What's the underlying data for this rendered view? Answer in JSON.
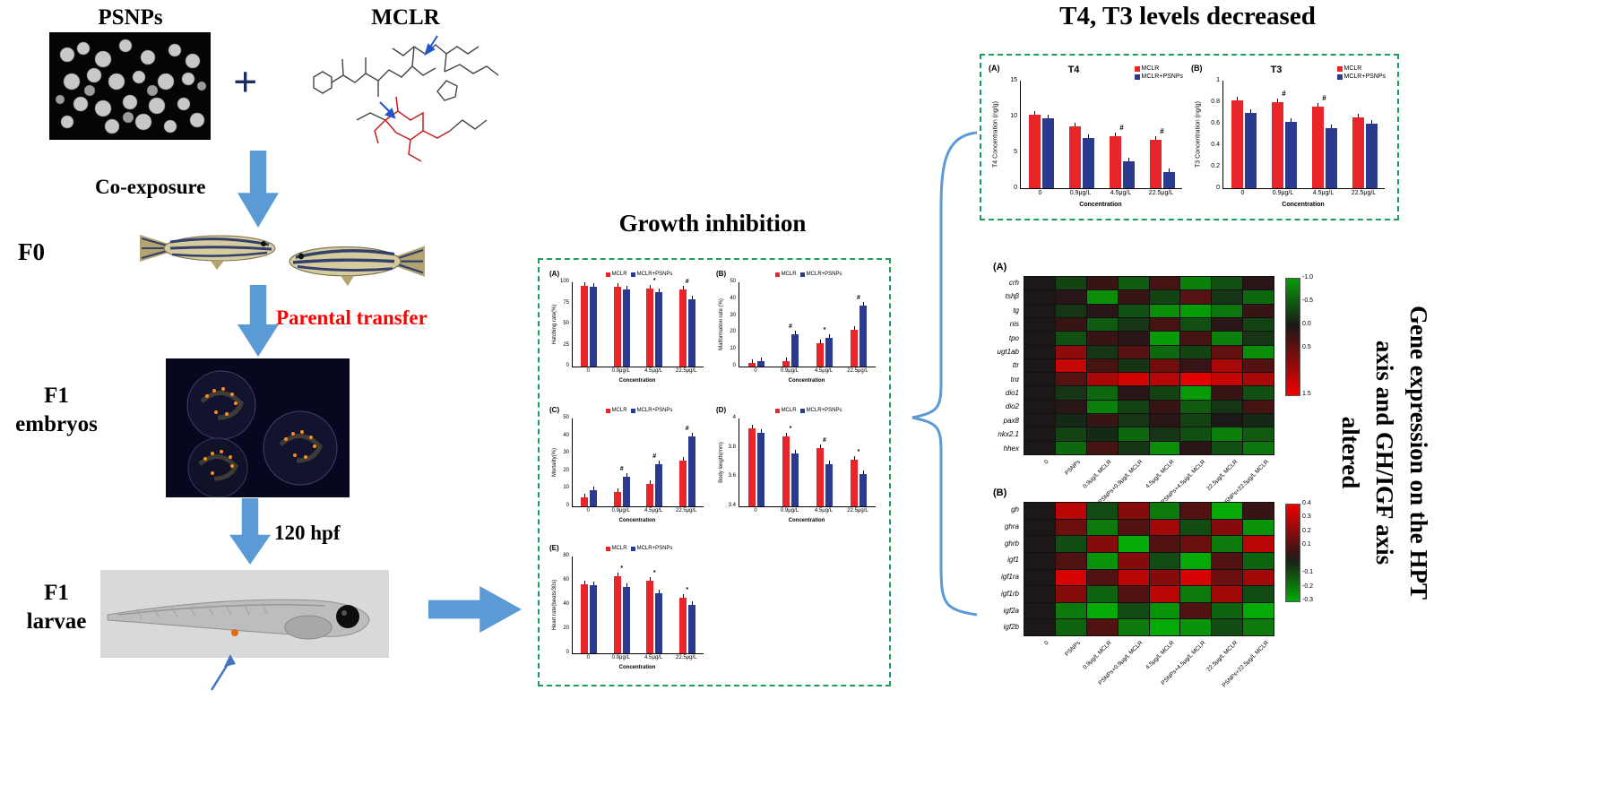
{
  "figure": {
    "psnps_label": "PSNPs",
    "plus_sign": "+",
    "mclr_label": "MCLR",
    "co_exposure": "Co-exposure",
    "f0": "F0",
    "parental_transfer": "Parental transfer",
    "f1_embryos_line1": "F1",
    "f1_embryos_line2": "embryos",
    "hpf": "120 hpf",
    "f1_larvae_line1": "F1",
    "f1_larvae_line2": "larvae",
    "growth_title": "Growth inhibition",
    "t4t3_title": "T4, T3 levels decreased",
    "gene_expr_line1": "Gene expression on the HPT",
    "gene_expr_line2": "axis and GH/IGF axis",
    "gene_expr_line3": "altered"
  },
  "colors": {
    "mclr_red": "#e8262a",
    "psnps_blue": "#2a3b8f",
    "arrow_blue": "#5b9bd5",
    "box_green": "#18a05a",
    "transfer_red": "#ff0000"
  },
  "chart_data": [
    {
      "id": "hatching",
      "type": "bar",
      "panel": "(A)",
      "title": "",
      "ylabel": "Hatching rate(%)",
      "xlabel": "Concentration",
      "categories": [
        "0",
        "0.9μg/L",
        "4.5μg/L",
        "22.5μg/L"
      ],
      "ylim": [
        0,
        100
      ],
      "yticks": [
        0,
        25,
        50,
        75,
        100
      ],
      "series": [
        {
          "name": "MCLR",
          "color": "#e8262a",
          "values": [
            96,
            95,
            93,
            91
          ]
        },
        {
          "name": "MCLR+PSNPs",
          "color": "#2a3b8f",
          "values": [
            95,
            92,
            88,
            80
          ]
        }
      ],
      "markers": [
        "",
        "",
        "*",
        "#"
      ]
    },
    {
      "id": "malformation",
      "type": "bar",
      "panel": "(B)",
      "title": "",
      "ylabel": "Malformation rate (%)",
      "xlabel": "Concentration",
      "categories": [
        "0",
        "0.9μg/L",
        "4.5μg/L",
        "22.5μg/L"
      ],
      "ylim": [
        0,
        50
      ],
      "yticks": [
        0,
        10,
        20,
        30,
        40,
        50
      ],
      "series": [
        {
          "name": "MCLR",
          "color": "#e8262a",
          "values": [
            2,
            3,
            14,
            22
          ]
        },
        {
          "name": "MCLR+PSNPs",
          "color": "#2a3b8f",
          "values": [
            3,
            19,
            17,
            36
          ]
        }
      ],
      "markers": [
        "",
        "#",
        "*",
        "#"
      ]
    },
    {
      "id": "mortality",
      "type": "bar",
      "panel": "(C)",
      "title": "",
      "ylabel": "Mortality(%)",
      "xlabel": "Concentration",
      "categories": [
        "0",
        "0.9μg/L",
        "4.5μg/L",
        "22.5μg/L"
      ],
      "ylim": [
        0,
        50
      ],
      "yticks": [
        0,
        10,
        20,
        30,
        40,
        50
      ],
      "series": [
        {
          "name": "MCLR",
          "color": "#e8262a",
          "values": [
            5,
            8,
            13,
            26
          ]
        },
        {
          "name": "MCLR+PSNPs",
          "color": "#2a3b8f",
          "values": [
            9,
            17,
            24,
            40
          ]
        }
      ],
      "markers": [
        "",
        "#",
        "#",
        "#"
      ]
    },
    {
      "id": "body-length",
      "type": "bar",
      "panel": "(D)",
      "title": "",
      "ylabel": "Body length(mm)",
      "xlabel": "Concentration",
      "categories": [
        "0",
        "0.9μg/L",
        "4.5μg/L",
        "22.5μg/L"
      ],
      "ylim": [
        3.4,
        4.0
      ],
      "yticks": [
        3.4,
        3.6,
        3.8,
        4.0
      ],
      "series": [
        {
          "name": "MCLR",
          "color": "#e8262a",
          "values": [
            3.93,
            3.88,
            3.8,
            3.72
          ]
        },
        {
          "name": "MCLR+PSNPs",
          "color": "#2a3b8f",
          "values": [
            3.9,
            3.76,
            3.69,
            3.62
          ]
        }
      ],
      "markers": [
        "",
        "*",
        "#",
        "*"
      ]
    },
    {
      "id": "heart-rate",
      "type": "bar",
      "panel": "(E)",
      "title": "",
      "ylabel": "Heart rate(beats/30s)",
      "xlabel": "Concentration",
      "categories": [
        "0",
        "0.9μg/L",
        "4.5μg/L",
        "22.5μg/L"
      ],
      "ylim": [
        0,
        80
      ],
      "yticks": [
        0,
        20,
        40,
        60,
        80
      ],
      "series": [
        {
          "name": "MCLR",
          "color": "#e8262a",
          "values": [
            57,
            64,
            60,
            46
          ]
        },
        {
          "name": "MCLR+PSNPs",
          "color": "#2a3b8f",
          "values": [
            56,
            55,
            50,
            40
          ]
        }
      ],
      "markers": [
        "",
        "*",
        "*",
        "*"
      ]
    },
    {
      "id": "t4",
      "type": "bar",
      "panel": "(A)",
      "title": "T4",
      "ylabel": "T4 Concentration (ng/g)",
      "xlabel": "Concentration",
      "categories": [
        "0",
        "0.9μg/L",
        "4.5μg/L",
        "22.5μg/L"
      ],
      "ylim": [
        0,
        15
      ],
      "yticks": [
        0,
        5,
        10,
        15
      ],
      "series": [
        {
          "name": "MCLR",
          "color": "#e8262a",
          "values": [
            10.2,
            8.6,
            7.2,
            6.8
          ]
        },
        {
          "name": "MCLR+PSNPs",
          "color": "#2a3b8f",
          "values": [
            9.8,
            7.0,
            3.8,
            2.2
          ]
        }
      ],
      "markers": [
        "",
        "",
        "#",
        "#"
      ]
    },
    {
      "id": "t3",
      "type": "bar",
      "panel": "(B)",
      "title": "T3",
      "ylabel": "T3 Concentration (ng/g)",
      "xlabel": "Concentration",
      "categories": [
        "0",
        "0.9μg/L",
        "4.5μg/L",
        "22.5μg/L"
      ],
      "ylim": [
        0,
        1.0
      ],
      "yticks": [
        0,
        0.2,
        0.4,
        0.6,
        0.8,
        1.0
      ],
      "series": [
        {
          "name": "MCLR",
          "color": "#e8262a",
          "values": [
            0.82,
            0.8,
            0.76,
            0.66
          ]
        },
        {
          "name": "MCLR+PSNPs",
          "color": "#2a3b8f",
          "values": [
            0.7,
            0.62,
            0.56,
            0.6
          ]
        }
      ],
      "markers": [
        "",
        "#",
        "#",
        ""
      ]
    },
    {
      "id": "heatmap-hpt",
      "type": "heatmap",
      "panel": "(A)",
      "rows": [
        "crh",
        "tshβ",
        "tg",
        "nis",
        "tpo",
        "ugt1ab",
        "ttr",
        "trα",
        "dio1",
        "dio2",
        "pax8",
        "nkx2.1",
        "hhex"
      ],
      "cols": [
        "0",
        "PSNPs",
        "0.9μg/L MCLR",
        "PSNPs+0.9μg/L MCLR",
        "4.5μg/L MCLR",
        "PSNPs+4.5μg/L MCLR",
        "22.5μg/L MCLR",
        "PSNPs+22.5μg/L MCLR"
      ],
      "values": [
        [
          0.0,
          -0.3,
          0.2,
          -0.5,
          0.3,
          -0.8,
          -0.4,
          0.1
        ],
        [
          0.0,
          0.1,
          -0.9,
          0.2,
          -0.3,
          0.4,
          -0.2,
          -0.6
        ],
        [
          0.0,
          -0.2,
          0.1,
          -0.4,
          -0.9,
          -1.0,
          -0.7,
          0.2
        ],
        [
          0.0,
          0.2,
          -0.5,
          -0.2,
          0.3,
          -0.4,
          0.1,
          -0.3
        ],
        [
          0.0,
          -0.4,
          0.2,
          0.1,
          -1.0,
          0.3,
          -0.8,
          -0.2
        ],
        [
          0.0,
          0.8,
          -0.2,
          0.4,
          -0.6,
          -0.3,
          0.5,
          -0.9
        ],
        [
          0.0,
          1.2,
          0.3,
          -0.2,
          0.6,
          0.2,
          1.0,
          0.4
        ],
        [
          0.0,
          0.4,
          1.0,
          1.3,
          1.1,
          1.4,
          1.2,
          1.0
        ],
        [
          0.0,
          -0.2,
          -0.6,
          0.1,
          -0.3,
          -1.0,
          0.2,
          -0.4
        ],
        [
          0.0,
          0.1,
          -0.8,
          -0.3,
          0.2,
          -0.5,
          -0.2,
          0.3
        ],
        [
          0.0,
          -0.1,
          0.2,
          -0.2,
          0.1,
          -0.3,
          0.0,
          -0.1
        ],
        [
          0.0,
          -0.3,
          -0.1,
          -0.6,
          -0.2,
          -0.4,
          -0.8,
          -0.5
        ],
        [
          0.0,
          -0.6,
          0.3,
          -0.2,
          -0.9,
          0.1,
          -0.4,
          -0.7
        ]
      ],
      "scale": {
        "top": -1.0,
        "bottom": 1.5,
        "ticks": [
          -1.0,
          -0.5,
          0.0,
          0.5,
          1.5
        ]
      }
    },
    {
      "id": "heatmap-gh",
      "type": "heatmap",
      "panel": "(B)",
      "rows": [
        "gh",
        "ghra",
        "ghrb",
        "igf1",
        "igf1ra",
        "igf1rb",
        "igf2a",
        "igf2b"
      ],
      "cols": [
        "0",
        "PSNPs",
        "0.9μg/L MCLR",
        "PSNPs+0.9μg/L MCLR",
        "4.5μg/L MCLR",
        "PSNPs+4.5μg/L MCLR",
        "22.5μg/L MCLR",
        "PSNPs+22.5μg/L MCLR"
      ],
      "values": [
        [
          0.0,
          0.3,
          -0.1,
          0.2,
          -0.2,
          0.1,
          -0.3,
          0.05
        ],
        [
          0.0,
          0.15,
          -0.2,
          0.1,
          0.25,
          -0.1,
          0.2,
          -0.25
        ],
        [
          0.0,
          -0.1,
          0.2,
          -0.3,
          0.1,
          0.15,
          -0.2,
          0.3
        ],
        [
          0.0,
          0.1,
          -0.25,
          0.2,
          -0.1,
          -0.3,
          0.1,
          -0.15
        ],
        [
          0.0,
          0.35,
          0.1,
          0.3,
          0.2,
          0.35,
          0.15,
          0.25
        ],
        [
          0.0,
          0.2,
          -0.15,
          0.1,
          0.3,
          -0.2,
          0.25,
          -0.1
        ],
        [
          0.0,
          -0.2,
          -0.3,
          -0.1,
          -0.25,
          0.1,
          -0.15,
          -0.3
        ],
        [
          0.0,
          -0.15,
          0.1,
          -0.2,
          -0.3,
          -0.25,
          -0.1,
          -0.2
        ]
      ],
      "scale": {
        "top": 0.4,
        "bottom": -0.3,
        "ticks": [
          0.4,
          0.3,
          0.2,
          0.1,
          -0.1,
          -0.2,
          -0.3
        ]
      }
    }
  ]
}
